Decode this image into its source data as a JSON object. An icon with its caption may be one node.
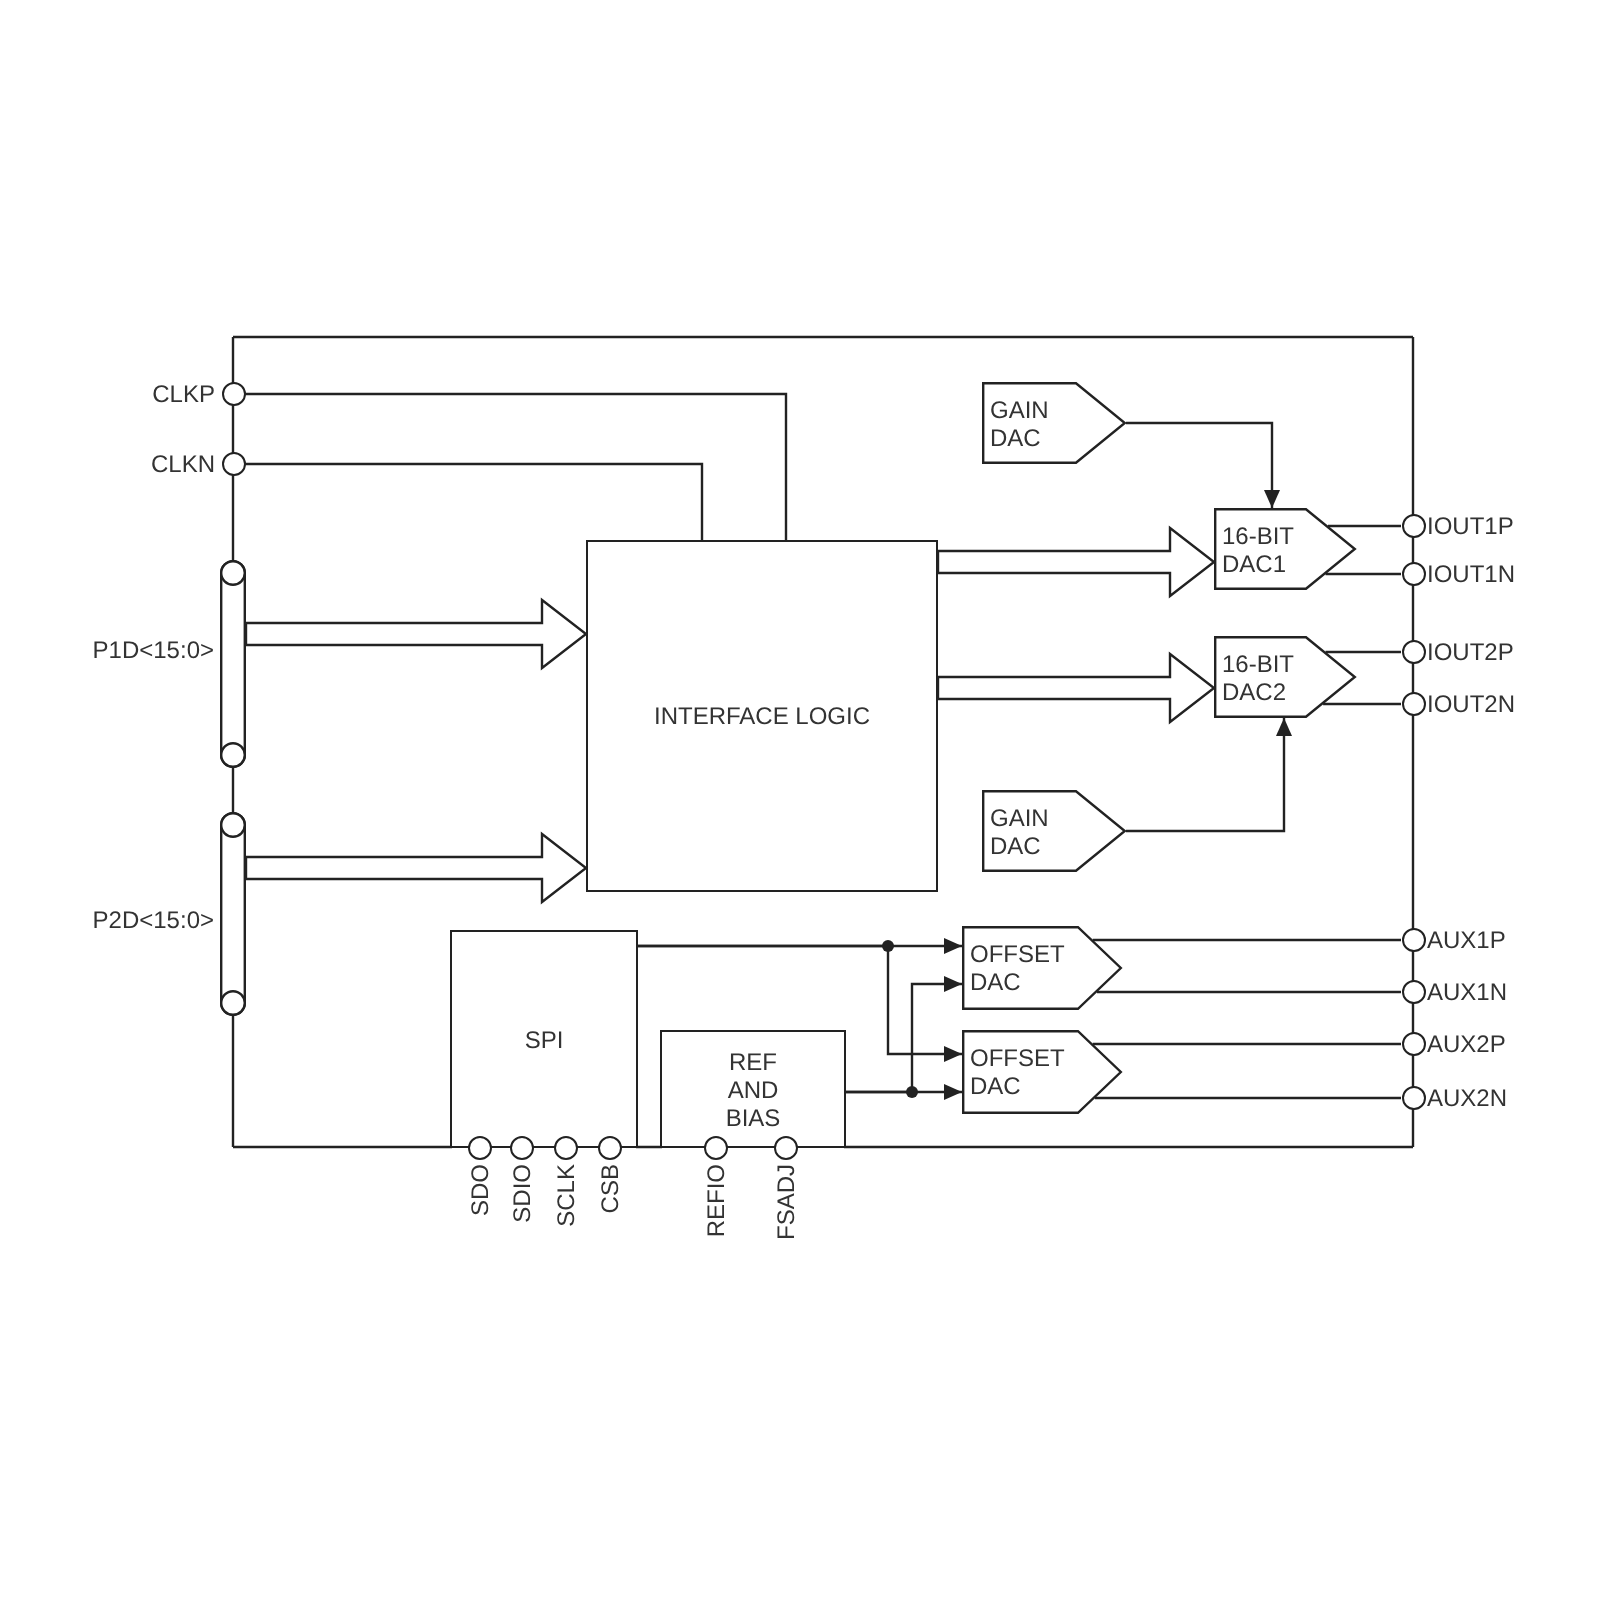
{
  "diagram": {
    "nodes": [
      {
        "text": [],
        "shape": "box"
      },
      {
        "text": [],
        "shape": "circle",
        "beside": [
          "CLKP"
        ]
      },
      {
        "text": [],
        "shape": "circle",
        "beside": [
          "CLKN"
        ]
      },
      {
        "text": [
          "GAIN DAC"
        ],
        "in": 0
      },
      {
        "text": [],
        "shape": "bar",
        "beside": [
          "P1D<15:0>"
        ]
      },
      {
        "text": [
          "INTERFACE LOGIC"
        ],
        "in": 0
      },
      {
        "text": [
          "16-BIT DAC1"
        ],
        "in": 0
      },
      {
        "text": [],
        "shape": "circle",
        "beside": [
          "IOUT1P"
        ]
      },
      {
        "text": [],
        "shape": "circle",
        "beside": [
          "IOUT1N"
        ]
      },
      {
        "text": [
          "16-BIT DAC2"
        ],
        "in": 0
      },
      {
        "text": [],
        "shape": "circle",
        "beside": [
          "IOUT2P"
        ]
      },
      {
        "text": [],
        "shape": "circle",
        "beside": [
          "IOUT2N"
        ]
      },
      {
        "text": [
          "GAIN DAC"
        ],
        "in": 0
      },
      {
        "text": [],
        "shape": "bar",
        "beside": [
          "P2D<15:0>"
        ]
      },
      {
        "text": [
          "SPI"
        ],
        "in": 0
      },
      {
        "text": [
          "OFFSET DAC"
        ],
        "in": 0
      },
      {
        "text": [],
        "shape": "circle",
        "beside": [
          "AUX1P"
        ]
      },
      {
        "text": [],
        "shape": "circle",
        "beside": [
          "AUX1N"
        ]
      },
      {
        "text": [
          "REF AND BIAS"
        ],
        "in": 0
      },
      {
        "text": [
          "OFFSET DAC"
        ],
        "in": 0
      },
      {
        "text": [],
        "shape": "circle",
        "beside": [
          "AUX2P"
        ]
      },
      {
        "text": [],
        "shape": "circle",
        "beside": [
          "AUX2N"
        ]
      },
      {
        "text": [],
        "shape": "circle",
        "beside": [
          "SDO"
        ]
      },
      {
        "text": [],
        "shape": "circle",
        "beside": [
          "SDIO"
        ]
      },
      {
        "text": [],
        "shape": "circle",
        "beside": [
          "SCLK"
        ]
      },
      {
        "text": [],
        "shape": "circle",
        "beside": [
          "CSB"
        ]
      },
      {
        "text": [],
        "shape": "circle",
        "beside": [
          "REFIO"
        ]
      },
      {
        "text": [],
        "shape": "circle",
        "beside": [
          "FSADJ"
        ]
      }
    ],
    "edges": [
      {
        "from": 1,
        "to": 5,
        "arrow": "none"
      },
      {
        "from": 2,
        "to": 5,
        "arrow": "none"
      },
      {
        "from": 4,
        "to": 5,
        "arrow": "to",
        "style": "thick"
      },
      {
        "from": 13,
        "to": 5,
        "arrow": "to",
        "style": "thick"
      },
      {
        "from": 5,
        "to": 6,
        "arrow": "to",
        "style": "thick"
      },
      {
        "from": 5,
        "to": 9,
        "arrow": "to",
        "style": "thick"
      },
      {
        "from": 3,
        "to": 6,
        "arrow": "to"
      },
      {
        "from": 12,
        "to": 9,
        "arrow": "to"
      },
      {
        "from": 6,
        "to": 7,
        "arrow": "none"
      },
      {
        "from": 6,
        "to": 8,
        "arrow": "none"
      },
      {
        "from": 9,
        "to": 10,
        "arrow": "none"
      },
      {
        "from": 9,
        "to": 11,
        "arrow": "none"
      },
      {
        "from": 14,
        "to": 15,
        "arrow": "to"
      },
      {
        "from": 14,
        "to": 19,
        "arrow": "to"
      },
      {
        "from": 18,
        "to": 19,
        "arrow": "to"
      },
      {
        "from": 18,
        "to": 15,
        "arrow": "to"
      },
      {
        "from": 15,
        "to": 16,
        "arrow": "none"
      },
      {
        "from": 15,
        "to": 17,
        "arrow": "none"
      },
      {
        "from": 19,
        "to": 20,
        "arrow": "none"
      },
      {
        "from": 19,
        "to": 21,
        "arrow": "none"
      }
    ]
  }
}
